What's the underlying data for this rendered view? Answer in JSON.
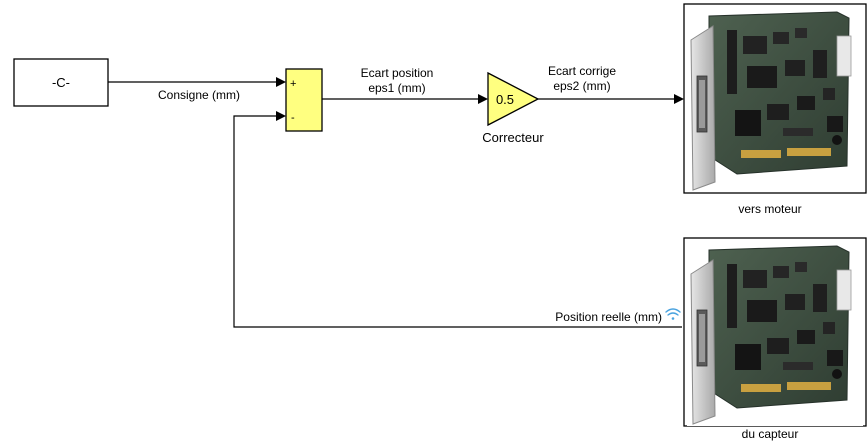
{
  "constant_block": {
    "label": "-C-"
  },
  "sum_block": {
    "sign_top": "+",
    "sign_bottom": "-"
  },
  "gain_block": {
    "value": "0.5",
    "name": "Correcteur"
  },
  "signals": {
    "consigne": "Consigne (mm)",
    "eps1_line1": "Ecart position",
    "eps1_line2": "eps1 (mm)",
    "eps2_line1": "Ecart corrige",
    "eps2_line2": "eps2 (mm)",
    "position": "Position reelle (mm)"
  },
  "output_block": {
    "caption": "vers moteur",
    "icon": "daq-card-image"
  },
  "input_block": {
    "caption": "du capteur",
    "icon": "daq-card-image"
  },
  "wireless_icon": "wireless-signal-icon",
  "colors": {
    "block_yellow": "#ffff80",
    "pcb_green": "#3c4d3f",
    "bracket_silver": "#c8c8c8",
    "wireless_blue": "#4aa3df"
  }
}
